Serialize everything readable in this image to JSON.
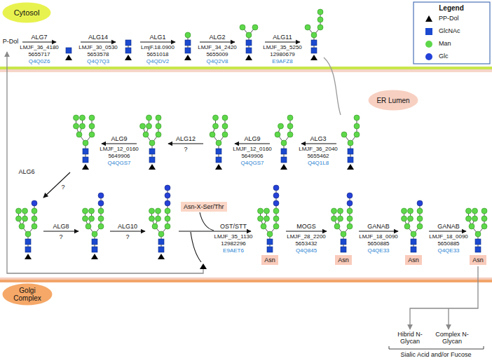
{
  "diagram": {
    "nodes": [
      {
        "text": [
          "Cytosol"
        ]
      },
      {
        "text": [
          "ER Lumen"
        ]
      },
      {
        "text": [
          "Asn-X-Ser/Thr"
        ]
      },
      {
        "text": [
          "Asn"
        ]
      },
      {
        "text": [
          "Asn"
        ]
      },
      {
        "text": [
          "Asn"
        ]
      },
      {
        "text": [
          "Asn"
        ]
      },
      {
        "text": [
          "Golgi Complex"
        ]
      }
    ],
    "labels": [
      "P-Dol",
      "ALG7",
      "LMJF_36_4180",
      "5655717",
      "Q4Q0Z6",
      "ALG14",
      "LMJF_30_0530",
      "5653578",
      "Q4Q7Q3",
      "ALG1",
      "LmjF.18.0900",
      "5651018",
      "Q4QDV2",
      "ALG2",
      "LMJF_34_2420",
      "5655009",
      "Q4Q2V8",
      "ALG11",
      "LMJF_35_5250",
      "12980679",
      "E9AFZ8",
      "Legend",
      "ALG3",
      "LMJF_36_2040",
      "5655462",
      "Q4Q1L8",
      "ALG9",
      "LMJF_12_0160",
      "5649906",
      "Q4QGS7",
      "ALG12",
      "?",
      "ALG9",
      "LMJF_12_0160",
      "5649906",
      "Q4QGS7",
      "ALG6",
      "?",
      "ALG8",
      "?",
      "ALG10",
      "?",
      "OST/STT",
      "LMJF_35_1130",
      "12982296",
      "E9AET6",
      "MOGS",
      "LMJF_28_2200",
      "5653432",
      "Q4Q845",
      "GANAB",
      "LMJF_18_0090",
      "5650885",
      "Q4QE33",
      "GANAB",
      "LMJF_18_0090",
      "5650885",
      "Q4QE33",
      "Hibrid N-Glycan",
      "Complex N-Glycan",
      "Sialic Acid and/or Fucose"
    ],
    "legend": [
      {
        "text": "PP-Dol"
      },
      {
        "text": "GlcNAc"
      },
      {
        "text": "Man"
      },
      {
        "text": "Glc"
      }
    ]
  }
}
